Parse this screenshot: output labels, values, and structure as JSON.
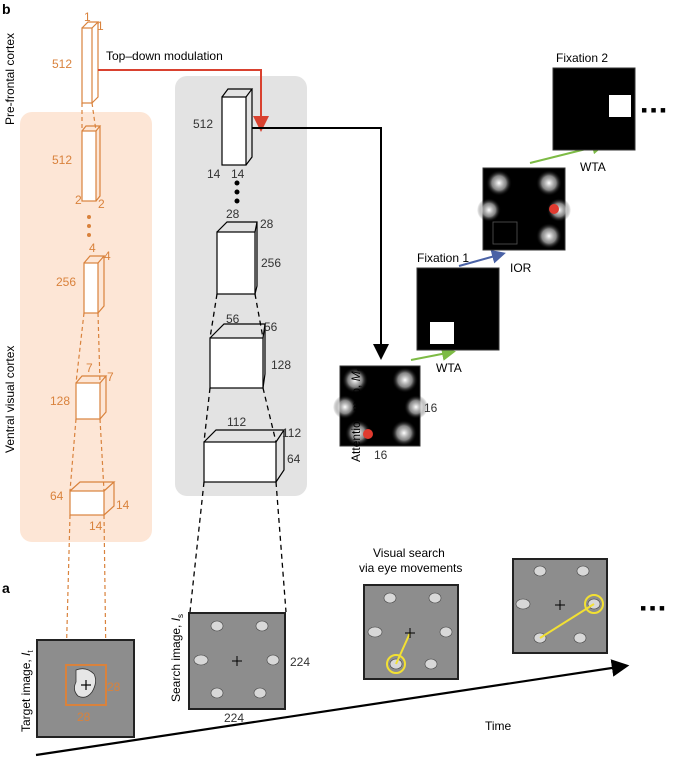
{
  "panels": {
    "b": "b",
    "a": "a"
  },
  "regions": {
    "prefrontal": "Pre-frontal cortex",
    "ventral": "Ventral visual cortex"
  },
  "arrows": {
    "topdown": "Top–down modulation"
  },
  "target_net": {
    "l1": {
      "top_a": "1",
      "top_b": "1",
      "side": "512"
    },
    "l2": {
      "side": "512",
      "bot_a": "2",
      "bot_b": "2"
    },
    "l3": {
      "top": "4",
      "side": "256"
    },
    "l4": {
      "top_a": "7",
      "top_b": "7",
      "side": "128"
    },
    "l5": {
      "side": "64",
      "right": "14",
      "bottom": "14"
    }
  },
  "search_net": {
    "l1": {
      "side": "512",
      "bot_a": "14",
      "bot_b": "14"
    },
    "l2": {
      "top_a": "28",
      "top_b": "28",
      "side": "256"
    },
    "l3": {
      "top_a": "56",
      "top_b": "56",
      "side": "128"
    },
    "l4": {
      "top_a": "112",
      "top_b": "112",
      "side": "64"
    }
  },
  "attention": {
    "label": "Attention map, ",
    "symbol": "M",
    "sub": "f",
    "w": "16",
    "h": "16"
  },
  "fixations": {
    "f1": "Fixation 1",
    "f2": "Fixation 2"
  },
  "ops": {
    "wta1": "WTA",
    "ior": "IOR",
    "wta2": "WTA"
  },
  "ellipsis": {
    "top": "▪▪▪",
    "bottom": "▪▪▪"
  },
  "target_image": {
    "label": "Target image, ",
    "symbol": "I",
    "sub": "t",
    "w": "28",
    "h": "28"
  },
  "search_image": {
    "label": "Search image, ",
    "symbol": "I",
    "sub": "s",
    "w": "224",
    "h": "224"
  },
  "visual_search": {
    "line1": "Visual search",
    "line2": "via eye movements"
  },
  "time": "Time"
}
